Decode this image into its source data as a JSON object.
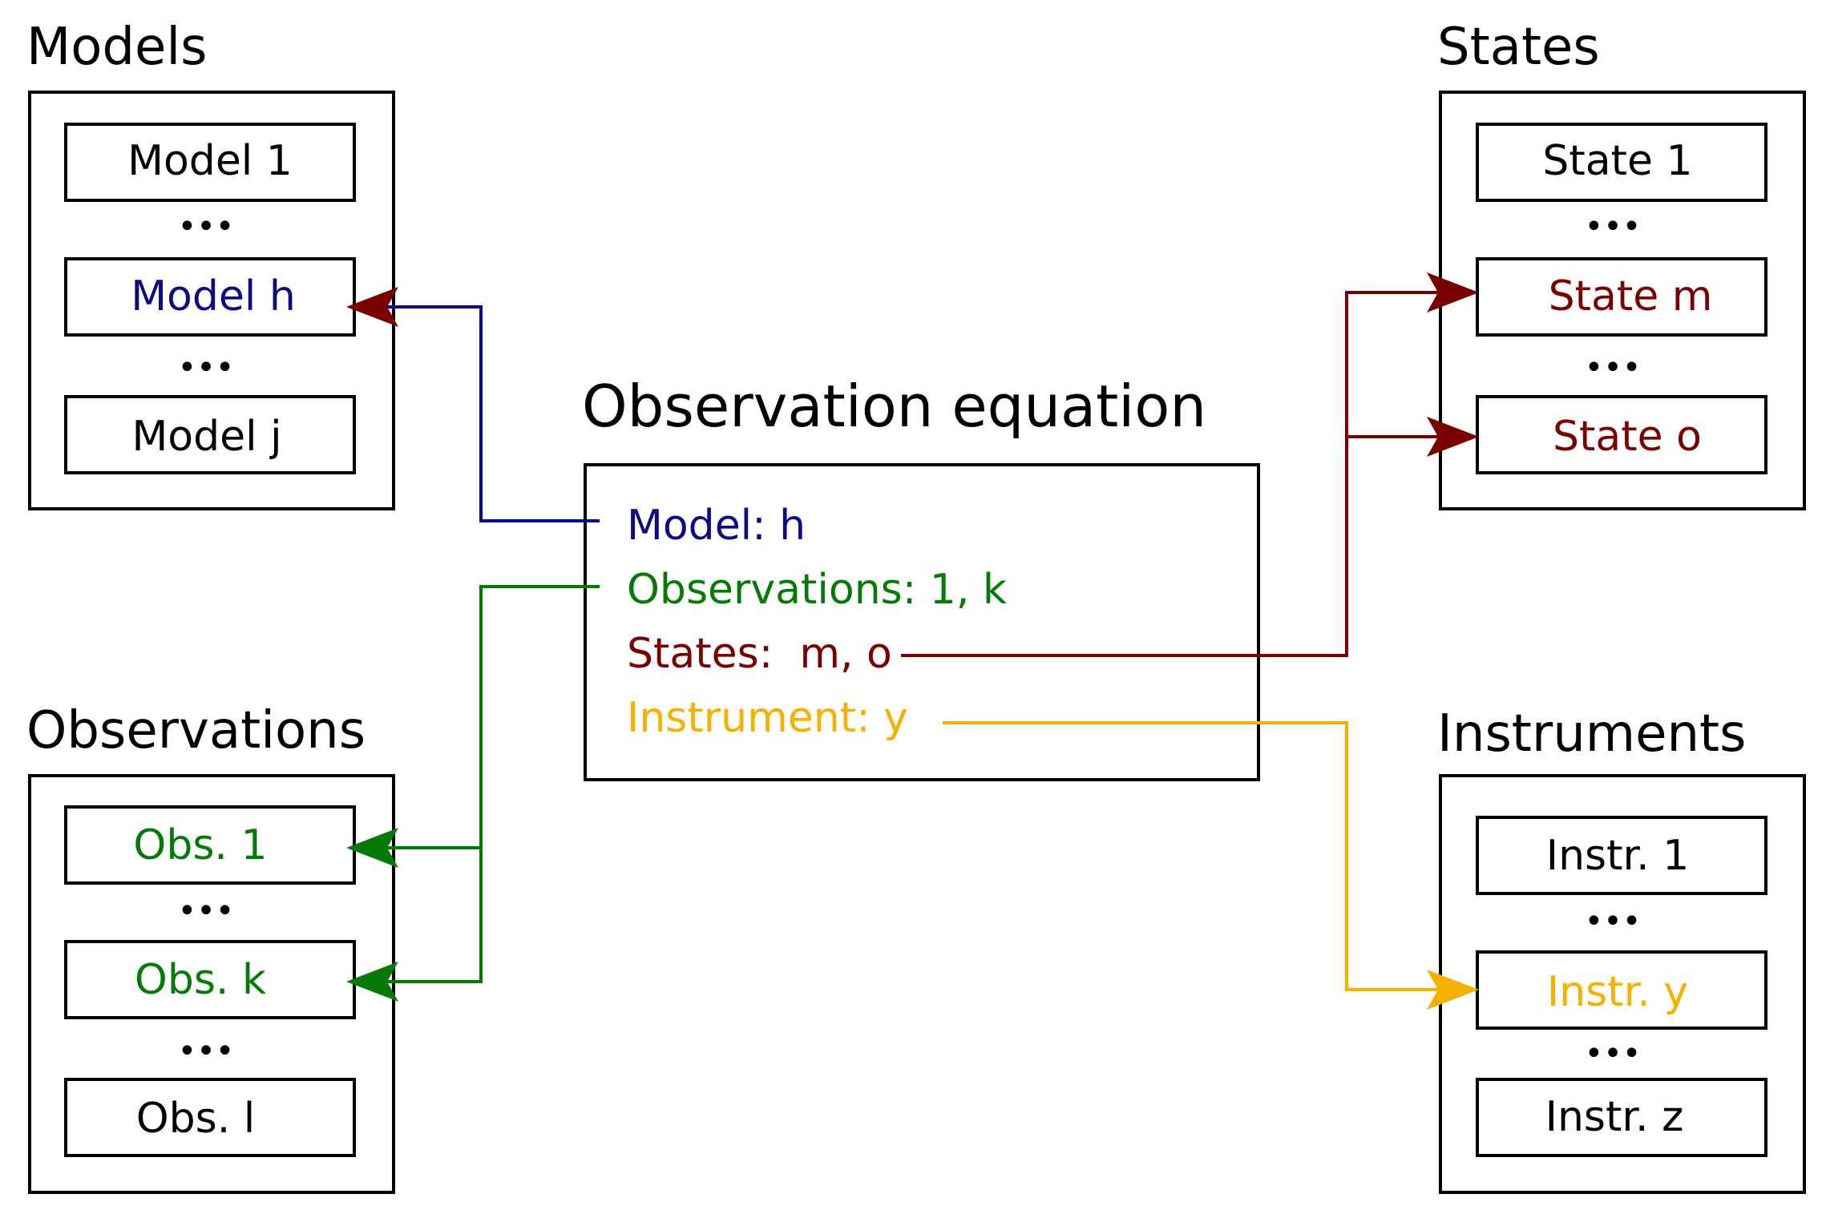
{
  "colors": {
    "model": "#0c0c80",
    "observation": "#067a06",
    "state": "#7a0000",
    "instrument": "#f5b000",
    "default": "#000000"
  },
  "models": {
    "title": "Models",
    "items": [
      {
        "label": "Model 1",
        "color": "default"
      },
      {
        "label": "Model h",
        "color": "model"
      },
      {
        "label": "Model j",
        "color": "default"
      }
    ]
  },
  "observations": {
    "title": "Observations",
    "items": [
      {
        "label": "Obs. 1",
        "color": "observation"
      },
      {
        "label": "Obs. k",
        "color": "observation"
      },
      {
        "label": "Obs. l",
        "color": "default"
      }
    ]
  },
  "states": {
    "title": "States",
    "items": [
      {
        "label": "State 1",
        "color": "default"
      },
      {
        "label": "State m",
        "color": "state"
      },
      {
        "label": "State o",
        "color": "state"
      }
    ]
  },
  "instruments": {
    "title": "Instruments",
    "items": [
      {
        "label": "Instr. 1",
        "color": "default"
      },
      {
        "label": "Instr. y",
        "color": "instrument"
      },
      {
        "label": "Instr. z",
        "color": "default"
      }
    ]
  },
  "equation": {
    "title": "Observation equation",
    "lines": [
      {
        "label": "Model: h",
        "color": "model"
      },
      {
        "label": "Observations: 1, k",
        "color": "observation"
      },
      {
        "label": "States:  m, o",
        "color": "state"
      },
      {
        "label": "Instrument: y",
        "color": "instrument"
      }
    ]
  },
  "ellipsis": "•••"
}
